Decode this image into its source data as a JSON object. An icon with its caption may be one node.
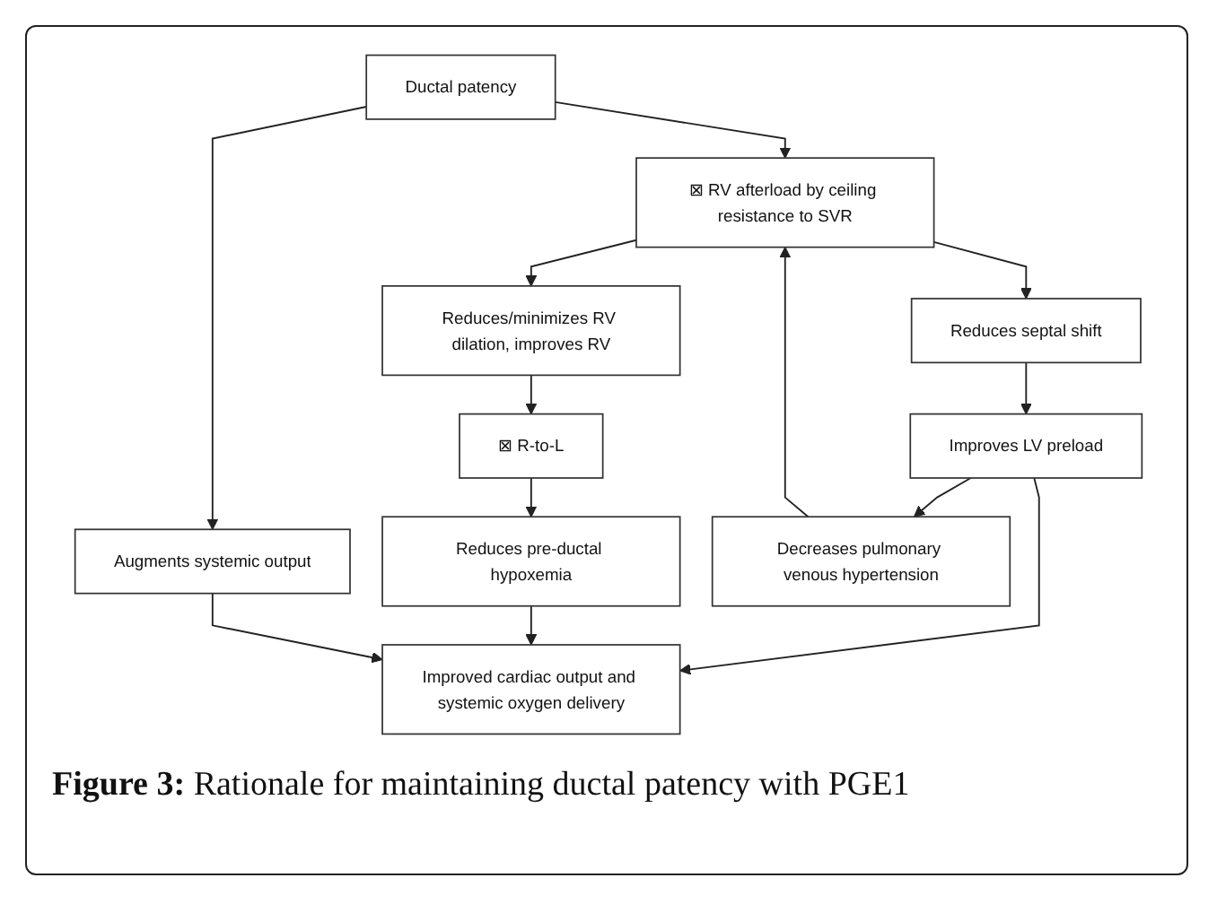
{
  "diagram": {
    "caption": "**Figure 3:** Rationale for maintaining ductal patency with PGE1",
    "nodes": [
      {
        "text": [
          "Reduces/minimizes RV dilation, improves RV"
        ]
      },
      {
        "text": [
          "⊠ RV afterload by ceiling resistance to SVR"
        ]
      },
      {
        "text": [
          "Reduces septal shift"
        ]
      },
      {
        "text": [
          "⊠ R-to-L"
        ]
      },
      {
        "text": [
          "Ductal patency"
        ]
      },
      {
        "text": [
          "Improves LV preload"
        ]
      },
      {
        "text": [
          "Reduces pre-ductal hypoxemia"
        ]
      },
      {
        "text": [
          "Augments systemic output"
        ]
      },
      {
        "text": [
          "Decreases pulmonary venous hypertension"
        ]
      },
      {
        "text": [
          "Improved cardiac output and systemic oxygen delivery"
        ]
      }
    ],
    "edges": [
      {
        "from": 1,
        "to": 0,
        "arrow": "to"
      },
      {
        "from": 1,
        "to": 2,
        "arrow": "to"
      },
      {
        "from": 4,
        "to": 1,
        "arrow": "to"
      },
      {
        "from": 0,
        "to": 3,
        "arrow": "to"
      },
      {
        "from": 2,
        "to": 5,
        "arrow": "to"
      },
      {
        "from": 4,
        "to": 7,
        "arrow": "to"
      },
      {
        "from": 3,
        "to": 6,
        "arrow": "to"
      },
      {
        "from": 5,
        "to": 8,
        "arrow": "to"
      },
      {
        "from": 5,
        "to": 9,
        "arrow": "to"
      },
      {
        "from": 8,
        "to": 1,
        "arrow": "to"
      },
      {
        "from": 6,
        "to": 9,
        "arrow": "to"
      },
      {
        "from": 7,
        "to": 9,
        "arrow": "to"
      }
    ]
  }
}
